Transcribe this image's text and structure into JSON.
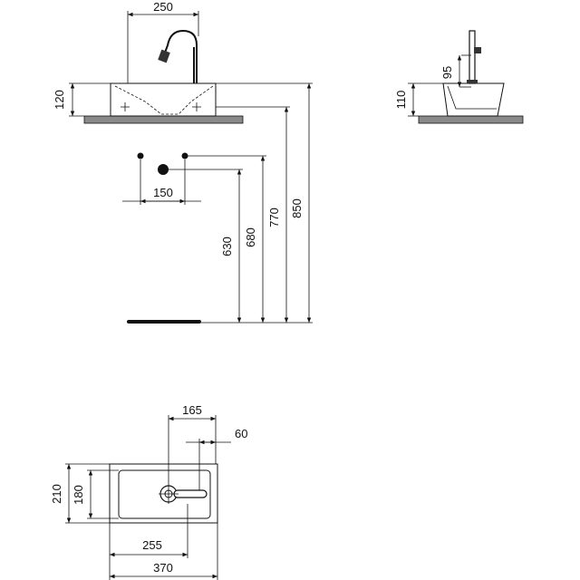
{
  "dimensions": {
    "top_width": "250",
    "front_height": "120",
    "side_faucet_height": "95",
    "side_height": "110",
    "hole_spacing": "150",
    "height_630": "630",
    "height_680": "680",
    "height_770": "770",
    "height_850": "850",
    "plan_165": "165",
    "plan_60": "60",
    "plan_210": "210",
    "plan_180": "180",
    "plan_255": "255",
    "plan_370": "370"
  }
}
